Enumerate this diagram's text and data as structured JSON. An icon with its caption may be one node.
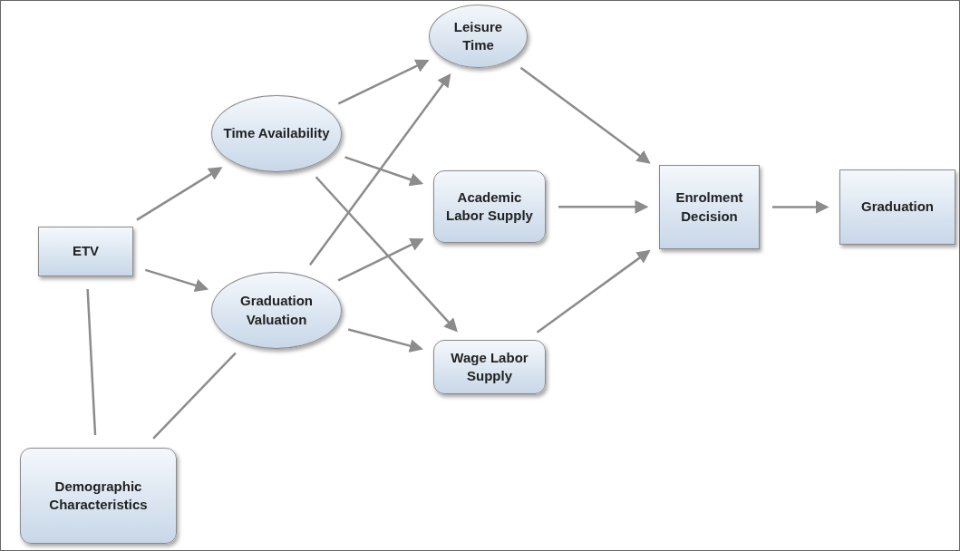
{
  "diagram": {
    "nodes": [
      {
        "text": [
          "ETV"
        ]
      },
      {
        "text": [
          "Time Availability"
        ]
      },
      {
        "text": [
          "Graduation Valuation"
        ]
      },
      {
        "text": [
          "Demographic Characteristics"
        ]
      },
      {
        "text": [
          "Leisure Time"
        ]
      },
      {
        "text": [
          "Academic Labor Supply"
        ]
      },
      {
        "text": [
          "Wage Labor Supply"
        ]
      },
      {
        "text": [
          "Enrolment Decision"
        ]
      },
      {
        "text": [
          "Graduation"
        ]
      }
    ],
    "edges": [
      {
        "from": 0,
        "to": 1,
        "arrow": "to"
      },
      {
        "from": 0,
        "to": 2,
        "arrow": "to"
      },
      {
        "from": 0,
        "to": 3,
        "arrow": "none"
      },
      {
        "from": 3,
        "to": 2,
        "arrow": "none"
      },
      {
        "from": 1,
        "to": 4,
        "arrow": "to"
      },
      {
        "from": 1,
        "to": 5,
        "arrow": "to"
      },
      {
        "from": 1,
        "to": 6,
        "arrow": "to"
      },
      {
        "from": 2,
        "to": 4,
        "arrow": "to"
      },
      {
        "from": 2,
        "to": 5,
        "arrow": "to"
      },
      {
        "from": 2,
        "to": 6,
        "arrow": "to"
      },
      {
        "from": 4,
        "to": 7,
        "arrow": "to"
      },
      {
        "from": 5,
        "to": 7,
        "arrow": "to"
      },
      {
        "from": 6,
        "to": 7,
        "arrow": "to"
      },
      {
        "from": 7,
        "to": 8,
        "arrow": "to"
      }
    ]
  }
}
